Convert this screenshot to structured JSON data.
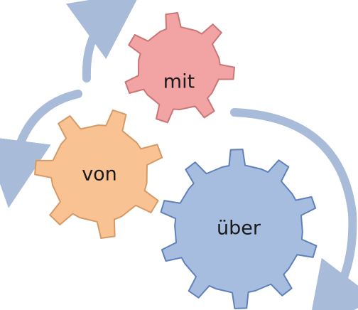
{
  "diagram": {
    "gears": [
      {
        "label": "mit",
        "fill": "#f2a3a3",
        "stroke": "#c97676"
      },
      {
        "label": "von",
        "fill": "#f8c292",
        "stroke": "#d59a66"
      },
      {
        "label": "über",
        "fill": "#a7bde0",
        "stroke": "#5f81bb"
      }
    ],
    "arrow_color": "#a8bbd9"
  }
}
